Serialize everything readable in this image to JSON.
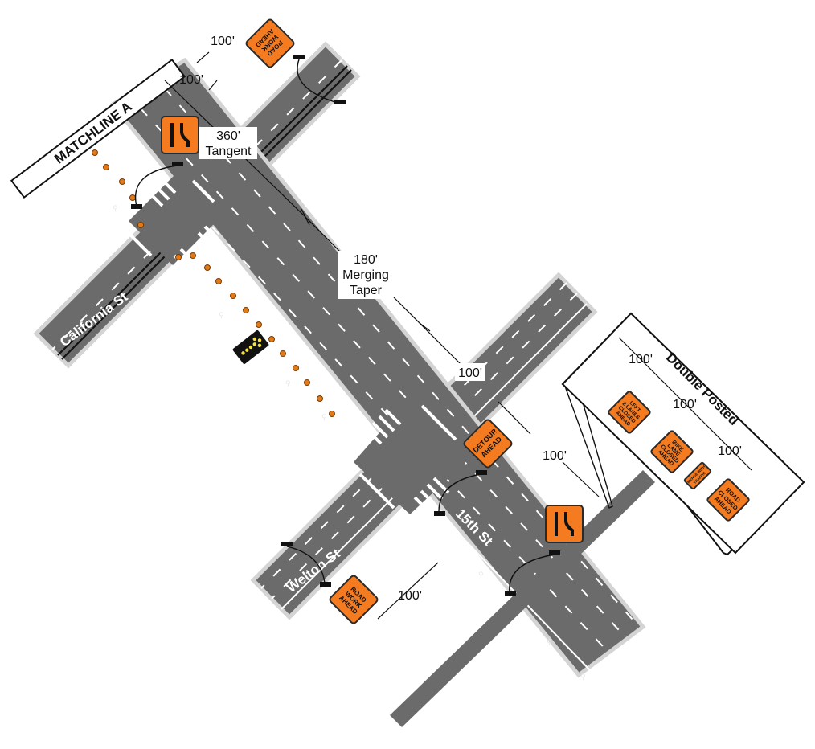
{
  "matchline": {
    "label": "MATCHLINE A"
  },
  "streets": {
    "california": "California St",
    "welton": "Welton St",
    "fifteenth": "15th St"
  },
  "dimensions": {
    "top_100_a": "100'",
    "top_100_b": "100'",
    "tangent_value": "360'",
    "tangent_label": "Tangent",
    "taper_value": "180'",
    "taper_label_1": "Merging",
    "taper_label_2": "Taper",
    "mid_100": "100'",
    "right_100": "100'",
    "bottom_100": "100'"
  },
  "signs": {
    "road_work_ahead_top": [
      "ROAD",
      "WORK",
      "AHEAD"
    ],
    "detour_ahead": [
      "DETOUR",
      "AHEAD"
    ],
    "road_work_ahead_bottom": [
      "ROAD",
      "WORK",
      "AHEAD"
    ]
  },
  "double_posted": {
    "title": "Double Posted",
    "dim_1": "100'",
    "dim_2": "100'",
    "dim_3": "100'",
    "sign_left_lanes": [
      "LEFT",
      "2 LANES",
      "CLOSED",
      "AHEAD"
    ],
    "sign_bike_lane": [
      "BIKE",
      "LANE",
      "CLOSED",
      "AHEAD"
    ],
    "sign_merge": [
      "MERGE WITH",
      "TRAFFIC"
    ],
    "sign_road_closed": [
      "ROAD",
      "CLOSED",
      "AHEAD"
    ]
  },
  "colors": {
    "sign_orange": "#f47b20",
    "road_gray": "#6b6b6b",
    "cone_orange": "#e07a1a",
    "arrow_board_light": "#f5e13a"
  }
}
